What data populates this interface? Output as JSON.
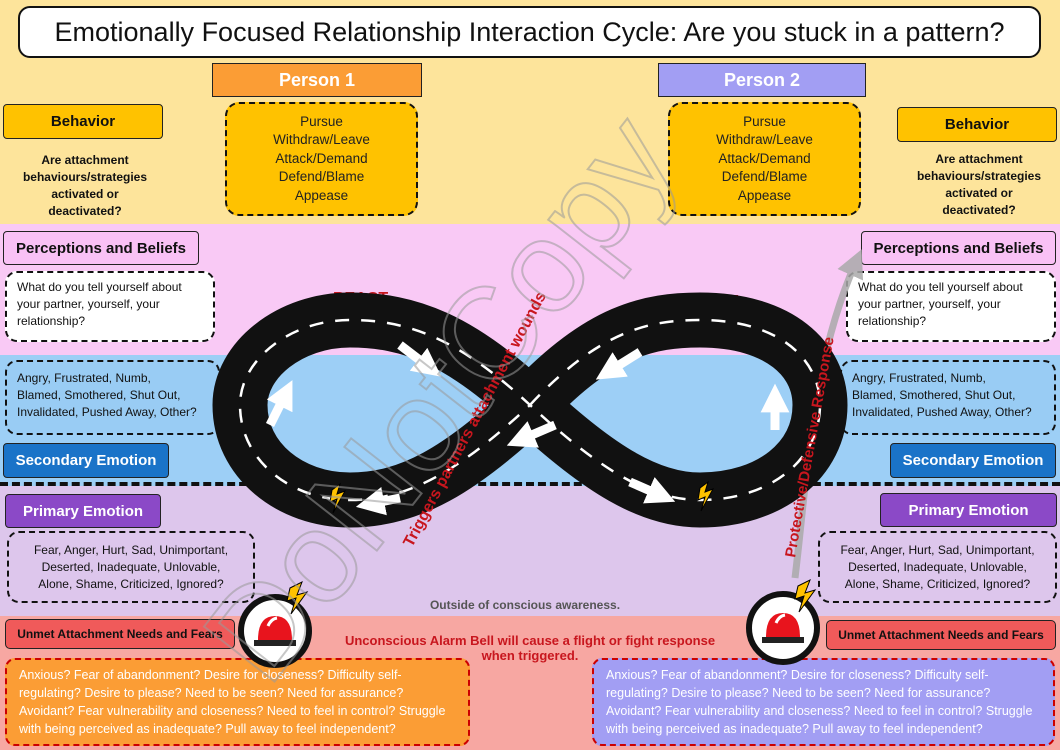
{
  "title": "Emotionally Focused Relationship Interaction Cycle: Are you stuck in a pattern?",
  "person1": {
    "label": "Person 1",
    "behaviors": [
      "Pursue",
      "Withdraw/Leave",
      "Attack/Demand",
      "Defend/Blame",
      "Appease"
    ]
  },
  "person2": {
    "label": "Person 2",
    "behaviors": [
      "Pursue",
      "Withdraw/Leave",
      "Attack/Demand",
      "Defend/Blame",
      "Appease"
    ]
  },
  "behavior": {
    "label": "Behavior",
    "question_lines": [
      "Are attachment",
      "behaviours/strategies",
      "activated or",
      "deactivated?"
    ]
  },
  "perceptions": {
    "label": "Perceptions and Beliefs",
    "question_lines": [
      "What do you tell yourself about",
      "your partner, yourself, your",
      "relationship?"
    ]
  },
  "secondary": {
    "label": "Secondary Emotion",
    "emotion_lines": [
      "Angry, Frustrated, Numb,",
      "Blamed, Smothered, Shut Out,",
      "Invalidated, Pushed Away, Other?"
    ]
  },
  "primary": {
    "label": "Primary Emotion",
    "emotion_lines": [
      "Fear, Anger, Hurt, Sad, Unimportant,",
      "Deserted, Inadequate, Unlovable,",
      "Alone, Shame, Criticized, Ignored?"
    ]
  },
  "unmet": {
    "label": "Unmet Attachment Needs and Fears",
    "lines": [
      "Anxious? Fear of abandonment? Desire for closeness? Difficulty self-",
      "regulating? Desire to please? Need to be seen? Need for assurance?",
      "Avoidant? Fear vulnerability and closeness? Need to feel in control? Struggle",
      "with being perceived as inadequate? Pull away to feel independent?"
    ]
  },
  "cycle": {
    "react_left": "REACT",
    "react_right": "REACT",
    "triggers": "Triggers partners attachment wounds",
    "protective": "Protective/Defensive Response"
  },
  "awareness_note": "Outside of conscious awareness.",
  "alarm_lines": [
    "Unconscious Alarm Bell will cause a flight or fight response",
    "when triggered."
  ],
  "watermark": "DoNotCopy",
  "colors": {
    "behavior_band": "#fde49b",
    "perception_band": "#f9c9f5",
    "secondary_band": "#9dcff6",
    "primary_band": "#ddc6ec",
    "unmet_band": "#f7a7a2",
    "person1_tab": "#fb9d35",
    "person2_tab": "#a29ef3",
    "orange": "#ffc200",
    "needs_left": "#fb9d35",
    "needs_right": "#a29ef3",
    "accent_red": "#c8161e"
  }
}
